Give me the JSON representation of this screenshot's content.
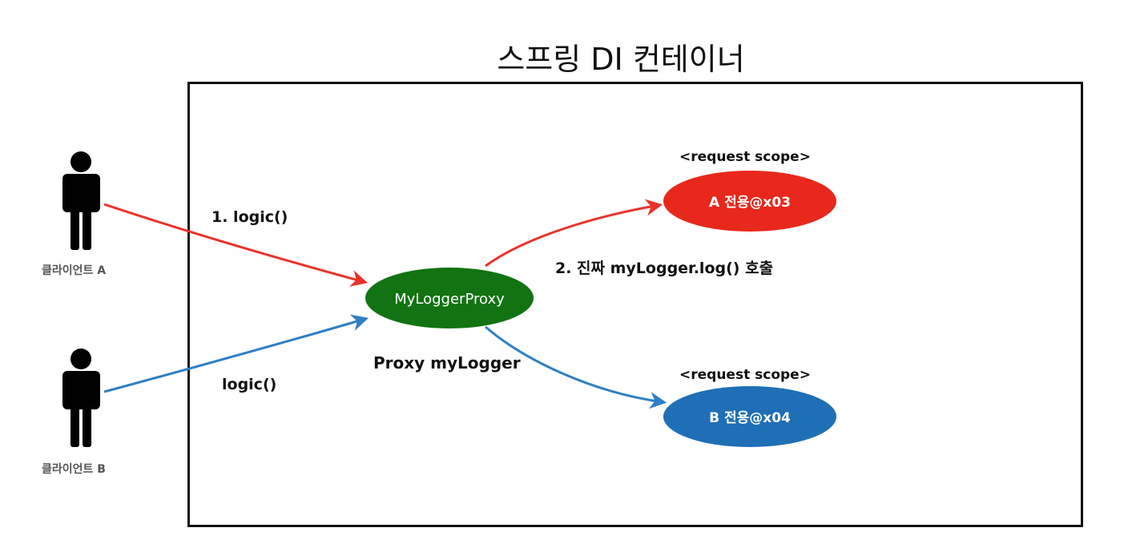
{
  "title": "스프링 DI 컨테이너",
  "clients": {
    "a": {
      "label": "클라이언트 A"
    },
    "b": {
      "label": "클라이언트 B"
    }
  },
  "proxy": {
    "node_label": "MyLoggerProxy",
    "caption": "Proxy myLogger",
    "color": "#127312"
  },
  "calls": {
    "a_to_proxy": "1. logic()",
    "b_to_proxy": "logic()",
    "proxy_to_real": "2. 진짜 myLogger.log() 호출"
  },
  "beans": {
    "a": {
      "scope": "<request scope>",
      "label": "A 전용@x03",
      "color": "#e8281c"
    },
    "b": {
      "scope": "<request scope>",
      "label": "B 전용@x04",
      "color": "#1e6fb6"
    }
  },
  "colors": {
    "red_arrow": "#e8332a",
    "blue_arrow": "#2f7fc4"
  },
  "icons": {
    "client": "person-icon"
  }
}
